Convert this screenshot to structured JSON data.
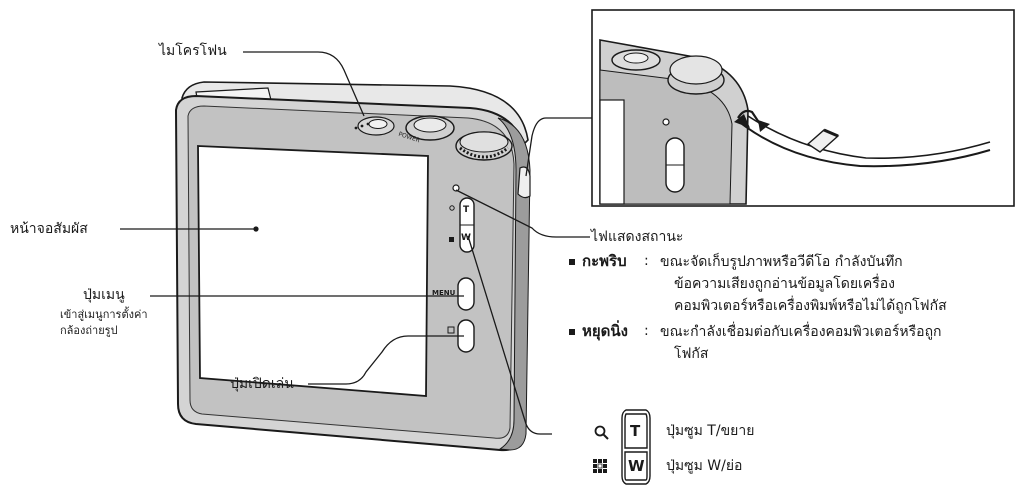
{
  "labels": {
    "microphone": "ไมโครโฟน",
    "touchscreen": "หน้าจอสัมผัส",
    "menu_button": "ปุ่มเมนู",
    "menu_desc_line1": "เข้าสู่เมนูการตั้งค่า",
    "menu_desc_line2": "กล้องถ่ายรูป",
    "playback_button": "ปุ่มเปิดเล่น",
    "status_light": "ไฟแสดงสถานะ"
  },
  "status": {
    "blink_term": "กะพริบ",
    "blink_colon": ":",
    "blink_line1": "ขณะจัดเก็บรูปภาพหรือวีดีโอ กำลังบันทึก",
    "blink_line2": "ข้อความเสียงถูกอ่านข้อมูลโดยเครื่อง",
    "blink_line3": "คอมพิวเตอร์หรือเครื่องพิมพ์หรือไม่ได้ถูกโฟกัส",
    "steady_term": "หยุดนิ่ง",
    "steady_colon": ":",
    "steady_line1": "ขณะกำลังเชื่อมต่อกับเครื่องคอมพิวเตอร์หรือถูก",
    "steady_line2": "โฟกัส"
  },
  "zoom": {
    "t_letter": "T",
    "w_letter": "W",
    "t_label": "ปุ่มซูม T/ขยาย",
    "w_label": "ปุ่มซูม W/ย่อ"
  },
  "camera": {
    "menu_text": "MENU",
    "power_text": "POWER",
    "t_letter": "T",
    "w_letter": "W"
  }
}
